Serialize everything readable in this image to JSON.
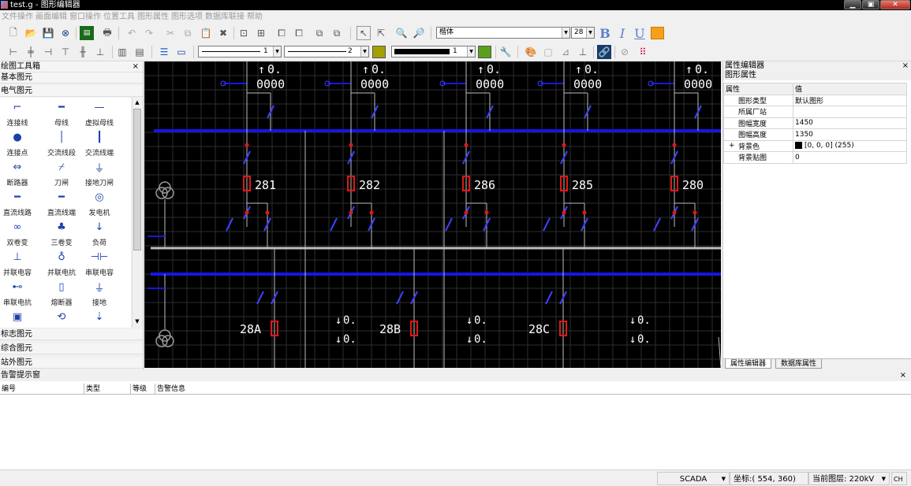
{
  "window": {
    "title": "test.g - 图形编辑器"
  },
  "menu": [
    "文件操作",
    "画面编辑",
    "窗口操作",
    "位置工具",
    "图形属性",
    "图形选项",
    "数据库联接",
    "帮助"
  ],
  "toolbar": {
    "font_name": "楷体",
    "font_size": "28",
    "bold_label": "B",
    "italic_label": "I",
    "underline_label": "U",
    "color_swatch": "#f6a01a",
    "line_style_value": "1",
    "line_style2_value": "2",
    "fill_color": "#a3a000",
    "line_width_value": "1",
    "line_color": "#5aa01a"
  },
  "left_panel": {
    "title": "绘图工具箱",
    "close_label": "×",
    "groups": [
      "基本图元",
      "电气图元",
      "标志图元",
      "综合图元",
      "站外图元"
    ],
    "palette": [
      {
        "label": "连接线",
        "icon": "connector-line-icon",
        "glyph": "⌐"
      },
      {
        "label": "母线",
        "icon": "busbar-icon",
        "glyph": "━"
      },
      {
        "label": "虚拟母线",
        "icon": "virtual-busbar-icon",
        "glyph": "—"
      },
      {
        "label": "连接点",
        "icon": "connection-point-icon",
        "glyph": "●"
      },
      {
        "label": "交流线段",
        "icon": "ac-segment-icon",
        "glyph": "│"
      },
      {
        "label": "交流线端",
        "icon": "ac-terminal-icon",
        "glyph": "┃"
      },
      {
        "label": "断路器",
        "icon": "breaker-icon",
        "glyph": "⇔"
      },
      {
        "label": "刀闸",
        "icon": "disconnector-icon",
        "glyph": "⌿"
      },
      {
        "label": "接地刀闸",
        "icon": "ground-switch-icon",
        "glyph": "⏚"
      },
      {
        "label": "直流线路",
        "icon": "dc-line-icon",
        "glyph": "━"
      },
      {
        "label": "直流线端",
        "icon": "dc-terminal-icon",
        "glyph": "━"
      },
      {
        "label": "发电机",
        "icon": "generator-icon",
        "glyph": "◎"
      },
      {
        "label": "双卷变",
        "icon": "two-winding-transformer-icon",
        "glyph": "∞"
      },
      {
        "label": "三卷变",
        "icon": "three-winding-transformer-icon",
        "glyph": "♣"
      },
      {
        "label": "负荷",
        "icon": "load-icon",
        "glyph": "↓"
      },
      {
        "label": "并联电容",
        "icon": "shunt-capacitor-icon",
        "glyph": "⊥"
      },
      {
        "label": "并联电抗",
        "icon": "shunt-reactor-icon",
        "glyph": "♁"
      },
      {
        "label": "串联电容",
        "icon": "series-capacitor-icon",
        "glyph": "⊣⊢"
      },
      {
        "label": "串联电抗",
        "icon": "series-reactor-icon",
        "glyph": "⊷"
      },
      {
        "label": "熔断器",
        "icon": "fuse-icon",
        "glyph": "▯"
      },
      {
        "label": "接地",
        "icon": "ground-icon",
        "glyph": "⏚"
      },
      {
        "label": "",
        "icon": "label-block-icon",
        "glyph": "▣"
      },
      {
        "label": "",
        "icon": "arc-icon",
        "glyph": "⟲"
      },
      {
        "label": "",
        "icon": "arrester-icon",
        "glyph": "⇣"
      }
    ]
  },
  "canvas": {
    "background": "#000000",
    "bays": [
      {
        "id": "281",
        "value": "0000"
      },
      {
        "id": "282",
        "value": "0000"
      },
      {
        "id": "286",
        "value": "0000"
      },
      {
        "id": "285",
        "value": "0000"
      },
      {
        "id": "280",
        "value": "0000"
      }
    ],
    "lower_bays": [
      "28A",
      "28B",
      "28C"
    ],
    "readings": {
      "arrow_up": "↑",
      "arrow_down": "↓",
      "value_prefix": "0."
    }
  },
  "property_panel": {
    "title": "属性编辑器",
    "close_label": "×",
    "subtitle": "图形属性",
    "columns": [
      "属性",
      "值"
    ],
    "rows": [
      {
        "key": "图形类型",
        "value": "默认图形"
      },
      {
        "key": "所属厂站",
        "value": ""
      },
      {
        "key": "图幅宽度",
        "value": "1450"
      },
      {
        "key": "图幅高度",
        "value": "1350"
      },
      {
        "key": "背景色",
        "value": "[0, 0, 0] (255)",
        "expandable": true
      },
      {
        "key": "背景贴图",
        "value": "0"
      }
    ],
    "tabs": [
      "属性编辑器",
      "数据库属性"
    ]
  },
  "alarm_panel": {
    "title": "告警提示窗",
    "close_label": "×",
    "columns": [
      "编号",
      "类型",
      "等级",
      "告警信息"
    ]
  },
  "statusbar": {
    "mode": "SCADA",
    "coordinates": "坐标:( 554, 360)",
    "layer": "当前图层: 220kV",
    "ime": "CH"
  }
}
